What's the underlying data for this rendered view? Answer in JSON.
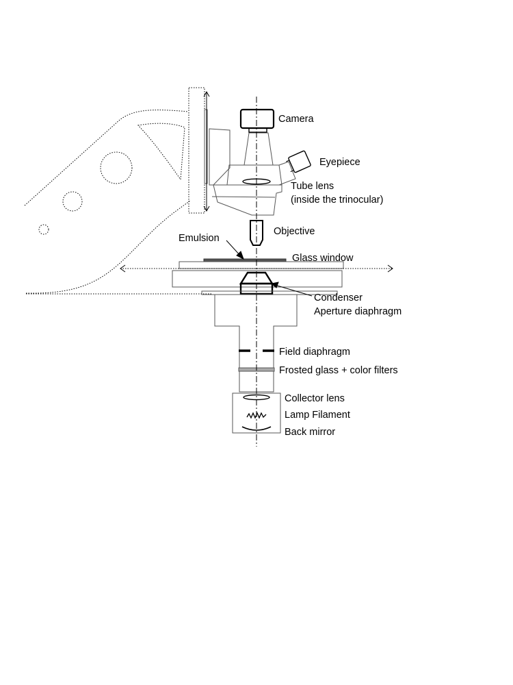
{
  "labels": {
    "camera": "Camera",
    "eyepiece": "Eyepiece",
    "tube_lens": "Tube lens",
    "tube_lens_note": "(inside the trinocular)",
    "objective": "Objective",
    "emulsion": "Emulsion",
    "glass_window": "Glass window",
    "condenser": "Condenser",
    "aperture_diaphragm": "Aperture diaphragm",
    "field_diaphragm": "Field diaphragm",
    "frosted_glass": "Frosted glass + color filters",
    "collector_lens": "Collector lens",
    "lamp_filament": "Lamp Filament",
    "back_mirror": "Back mirror"
  },
  "colors": {
    "line": "#000000",
    "light_line": "#555555",
    "emulsion_fill": "#555555",
    "filter_fill": "#aaaaaa"
  }
}
